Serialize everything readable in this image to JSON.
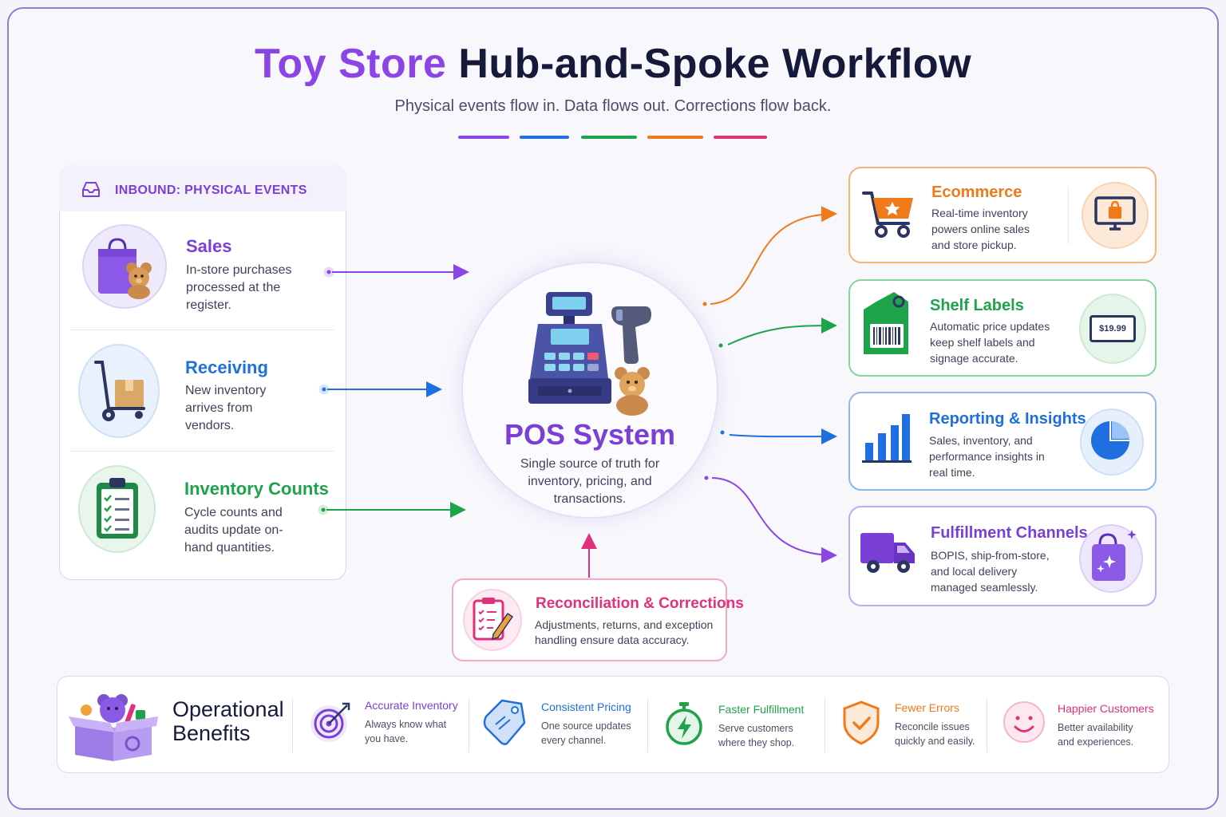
{
  "header": {
    "title_accent": "Toy Store",
    "title_rest": "Hub-and-Spoke Workflow",
    "subtitle": "Physical events flow in. Data flows out. Corrections flow back.",
    "divider_colors": [
      "#8b45e6",
      "#1f6fe0",
      "#1fa34a",
      "#f07a1a",
      "#e0317a"
    ]
  },
  "inbound": {
    "heading": "INBOUND: PHYSICAL EVENTS",
    "items": [
      {
        "title": "Sales",
        "desc": "In-store purchases processed at the register.",
        "color": "#7a3fd6",
        "icon": "shopping-bag-teddy-icon"
      },
      {
        "title": "Receiving",
        "desc": "New inventory arrives from vendors.",
        "color": "#1f6fe0",
        "icon": "hand-truck-box-icon"
      },
      {
        "title": "Inventory Counts",
        "desc": "Cycle counts and audits update on-hand quantities.",
        "color": "#1fa34a",
        "icon": "clipboard-checklist-icon"
      }
    ]
  },
  "hub": {
    "title": "POS System",
    "desc": "Single source of truth for inventory, pricing, and transactions.",
    "icon": "cash-register-scanner-teddy-icon"
  },
  "outbound": [
    {
      "title": "Ecommerce",
      "desc": "Real-time inventory powers online sales and store pickup.",
      "color": "#f07a1a",
      "icon": "shopping-cart-icon",
      "side_icon": "monitor-bag-icon"
    },
    {
      "title": "Shelf Labels",
      "desc": "Automatic price updates keep shelf labels and signage accurate.",
      "color": "#1fa34a",
      "icon": "barcode-tag-icon",
      "side_icon": "price-display-icon",
      "price": "$19.99"
    },
    {
      "title": "Reporting & Insights",
      "desc": "Sales, inventory, and performance insights in real time.",
      "color": "#1f6fe0",
      "icon": "bar-chart-icon",
      "side_icon": "pie-chart-icon"
    },
    {
      "title": "Fulfillment Channels",
      "desc": "BOPIS, ship-from-store, and local delivery managed seamlessly.",
      "color": "#7a3fd6",
      "icon": "delivery-truck-icon",
      "side_icon": "sparkle-bag-icon"
    }
  ],
  "reconciliation": {
    "title": "Reconciliation & Corrections",
    "desc": "Adjustments, returns, and exception handling ensure data accuracy.",
    "icon": "clipboard-pencil-icon"
  },
  "benefits": {
    "heading": "Operational Benefits",
    "items": [
      {
        "title": "Accurate Inventory",
        "desc": "Always know what you have.",
        "color": "#7a3fd6",
        "icon": "target-icon"
      },
      {
        "title": "Consistent Pricing",
        "desc": "One source updates every channel.",
        "color": "#1f6fe0",
        "icon": "price-tag-icon"
      },
      {
        "title": "Faster Fulfillment",
        "desc": "Serve customers where they shop.",
        "color": "#1fa34a",
        "icon": "stopwatch-bolt-icon"
      },
      {
        "title": "Fewer Errors",
        "desc": "Reconcile issues quickly and easily.",
        "color": "#f07a1a",
        "icon": "shield-check-icon"
      },
      {
        "title": "Happier Customers",
        "desc": "Better availability and experiences.",
        "color": "#e0317a",
        "icon": "smiley-icon"
      }
    ]
  }
}
